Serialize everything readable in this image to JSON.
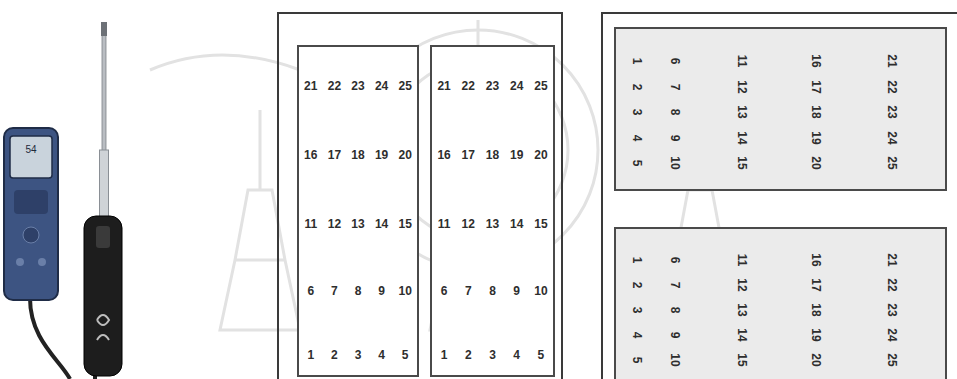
{
  "diagram": {
    "nodes": [
      {
        "text": [
          "21",
          "22",
          "23",
          "24",
          "25",
          "16",
          "17",
          "18",
          "19",
          "20",
          "11",
          "12",
          "13",
          "14",
          "15",
          "6",
          "7",
          "8",
          "9",
          "10",
          "1",
          "2",
          "3",
          "4",
          "5"
        ]
      },
      {
        "text": [
          "21",
          "22",
          "23",
          "24",
          "25",
          "16",
          "17",
          "18",
          "19",
          "20",
          "11",
          "12",
          "13",
          "14",
          "15",
          "6",
          "7",
          "8",
          "9",
          "10",
          "1",
          "2",
          "3",
          "4",
          "5"
        ]
      },
      {
        "text": [
          "1",
          "2",
          "3",
          "4",
          "5",
          "6",
          "7",
          "8",
          "9",
          "10",
          "11",
          "12",
          "13",
          "14",
          "15",
          "16",
          "17",
          "18",
          "19",
          "20",
          "21",
          "22",
          "23",
          "24",
          "25"
        ]
      },
      {
        "text": [
          "1",
          "2",
          "3",
          "4",
          "5",
          "6",
          "7",
          "8",
          "9",
          "10",
          "11",
          "12",
          "13",
          "14",
          "15",
          "16",
          "17",
          "18",
          "19",
          "20",
          "21",
          "22",
          "23",
          "24",
          "25"
        ]
      }
    ],
    "labels": [
      "54"
    ]
  }
}
